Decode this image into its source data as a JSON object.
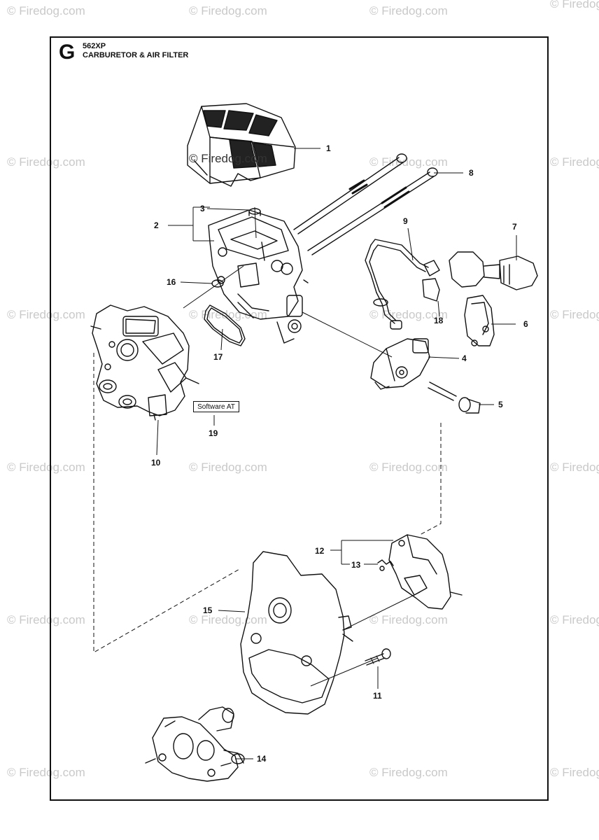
{
  "header": {
    "section_letter": "G",
    "model": "562XP",
    "title": "CARBURETOR & AIR FILTER"
  },
  "software_label": "Software AT",
  "watermark": {
    "text": "Firedog.com",
    "symbol": "©"
  },
  "callouts": {
    "c1": "1",
    "c2": "2",
    "c3": "3",
    "c4": "4",
    "c5": "5",
    "c6": "6",
    "c7": "7",
    "c8": "8",
    "c9": "9",
    "c10": "10",
    "c11": "11",
    "c12": "12",
    "c13": "13",
    "c14": "14",
    "c15": "15",
    "c16": "16",
    "c17": "17",
    "c18": "18",
    "c19": "19"
  },
  "colors": {
    "line": "#111111",
    "watermark": "#c9c9c9",
    "background": "#ffffff"
  }
}
